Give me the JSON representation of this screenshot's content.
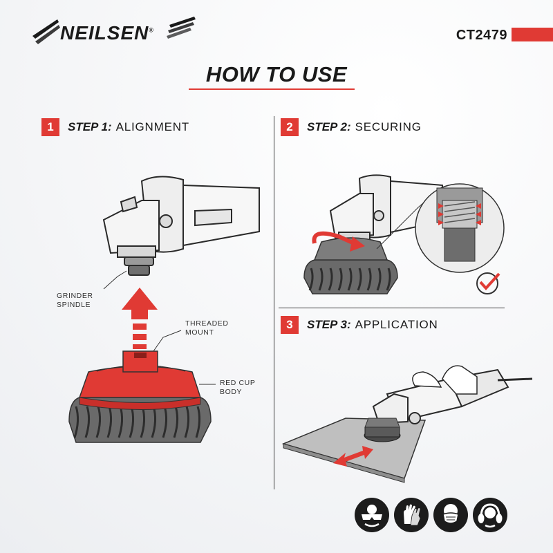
{
  "brand": {
    "name": "NEILSEN",
    "registered": "®"
  },
  "product": {
    "code": "CT2479"
  },
  "title": "HOW TO USE",
  "steps": [
    {
      "number": "1",
      "label": "STEP 1:",
      "name": "ALIGNMENT"
    },
    {
      "number": "2",
      "label": "STEP 2:",
      "name": "SECURING"
    },
    {
      "number": "3",
      "label": "STEP 3:",
      "name": "APPLICATION"
    }
  ],
  "callouts": {
    "spindle": "GRINDER\nSPINDLE",
    "mount": "THREADED\nMOUNT",
    "body": "RED CUP\nBODY"
  },
  "colors": {
    "accent": "#e03a34",
    "dark": "#1c1c1c"
  },
  "ppe_icons": [
    "safety-glasses-icon",
    "gloves-icon",
    "dust-mask-icon",
    "ear-defenders-icon"
  ]
}
